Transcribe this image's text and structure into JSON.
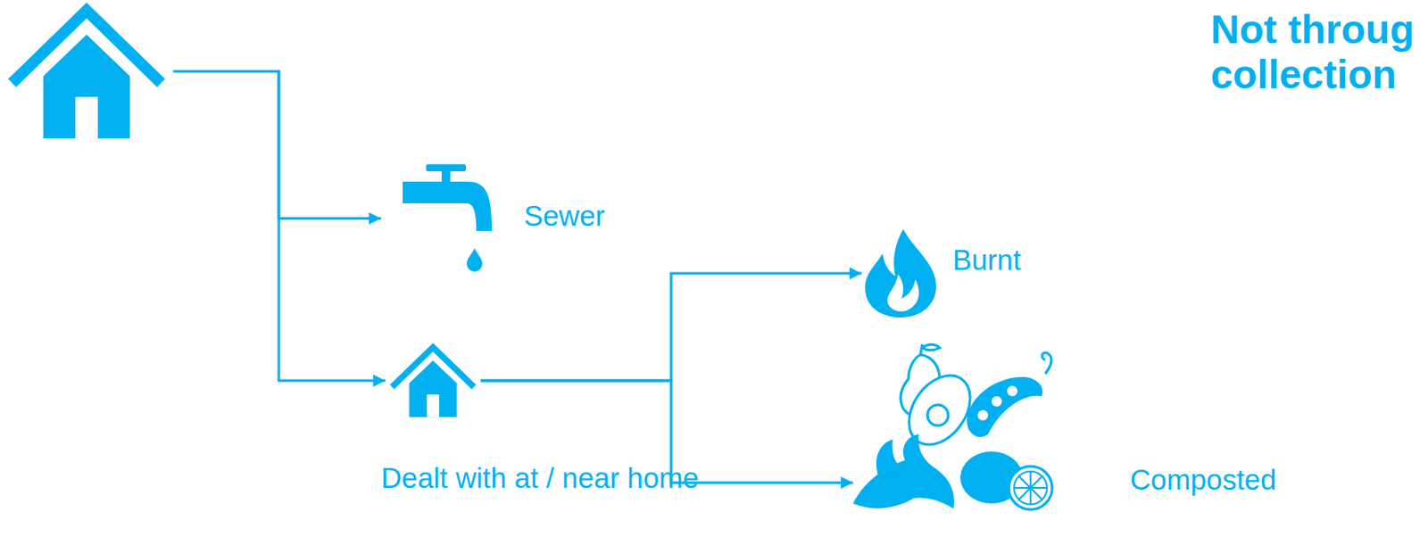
{
  "diagram": {
    "title": "Not throug collection",
    "nodes": [
      {
        "text": []
      },
      {
        "text": [
          "Sewer"
        ]
      },
      {
        "text": [
          "Dealt with at / near home"
        ]
      },
      {
        "text": [
          "Burnt"
        ]
      },
      {
        "text": [
          "Composted"
        ]
      }
    ],
    "edges": [
      {
        "from": 0,
        "to": 1,
        "arrow": "to"
      },
      {
        "from": 0,
        "to": 2,
        "arrow": "to"
      },
      {
        "from": 2,
        "to": 3,
        "arrow": "to"
      },
      {
        "from": 2,
        "to": 4,
        "arrow": "to"
      }
    ]
  }
}
